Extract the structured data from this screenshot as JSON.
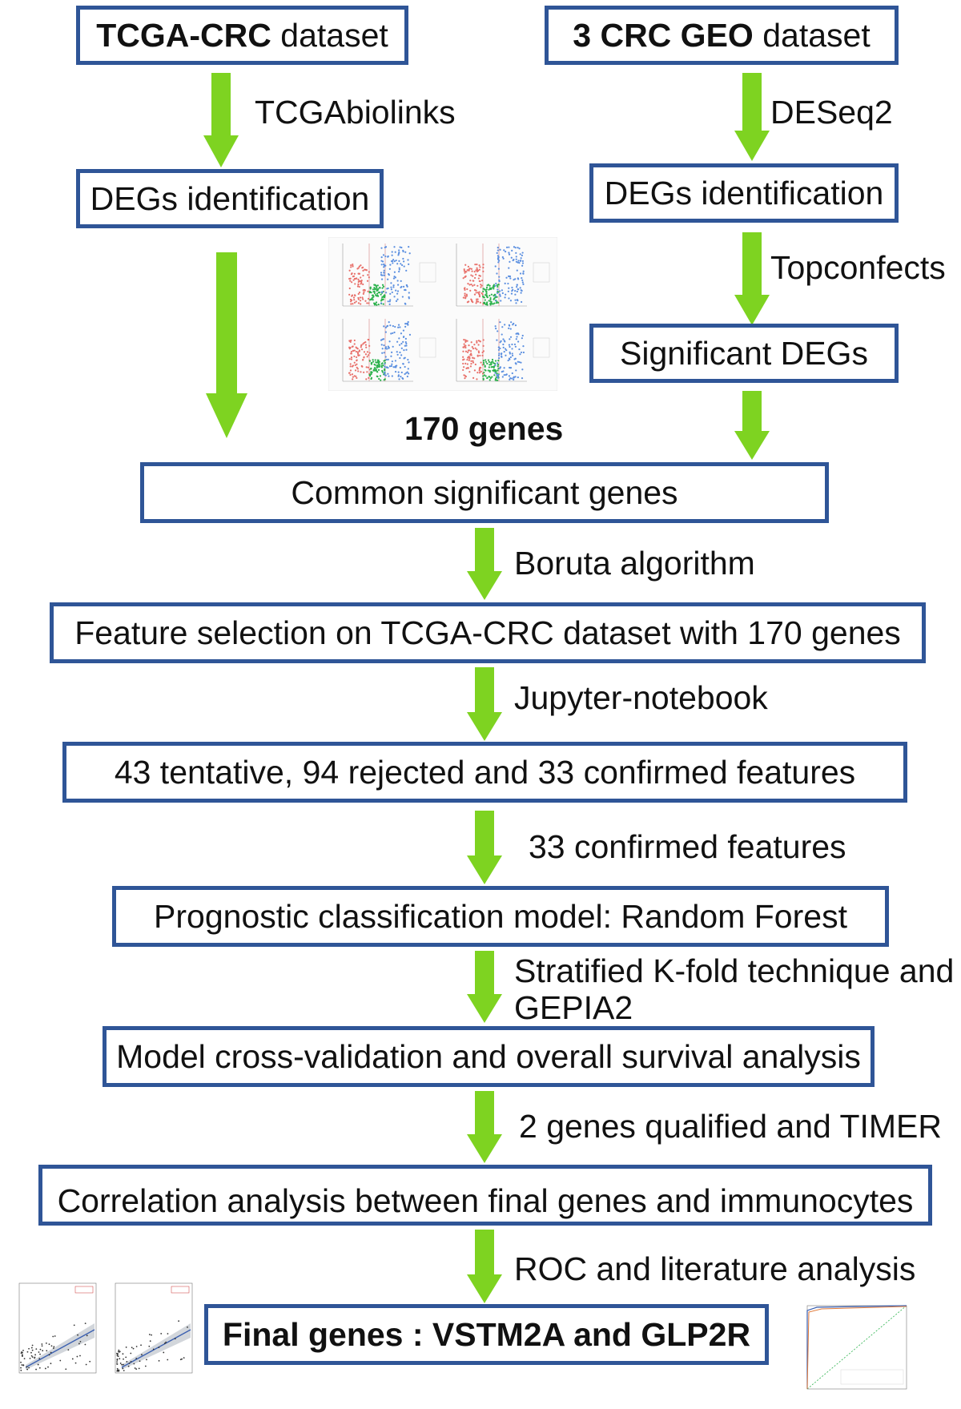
{
  "boxes": {
    "tcga_bold": "TCGA-CRC",
    "tcga_rest": "dataset",
    "geo_bold": "3 CRC GEO",
    "geo_rest": "dataset",
    "degs_left": "DEGs identification",
    "degs_right": "DEGs identification",
    "significant": "Significant DEGs",
    "common": "Common significant genes",
    "feature": "Feature selection on TCGA-CRC dataset with 170 genes",
    "tentative": "43 tentative, 94 rejected and 33 confirmed features",
    "model": "Prognostic classification model: Random Forest",
    "crossval": "Model cross-validation and overall survival analysis",
    "correlation": "Correlation analysis between final genes and immunocytes",
    "final": "Final genes : VSTM2A and GLP2R"
  },
  "labels": {
    "tcgabiolinks": "TCGAbiolinks",
    "deseq2": "DESeq2",
    "topconfects": "Topconfects",
    "genes170": "170 genes",
    "boruta": "Boruta algorithm",
    "jupyter": "Jupyter-notebook",
    "confirmed33": "33 confirmed features",
    "stratified_line1": "Stratified K-fold technique and",
    "stratified_line2": "GEPIA2",
    "two_genes": "2 genes qualified and TIMER",
    "roc": "ROC and literature analysis"
  },
  "colors": {
    "box_border": "#2f5597",
    "arrow": "#7ed321",
    "volcano_red": "#e8706a",
    "volcano_green": "#2bb24c",
    "volcano_blue": "#5b8fe0"
  },
  "thumbnails": {
    "volcano_panels": 4,
    "scatter_panels": 2,
    "roc_panels": 1
  }
}
